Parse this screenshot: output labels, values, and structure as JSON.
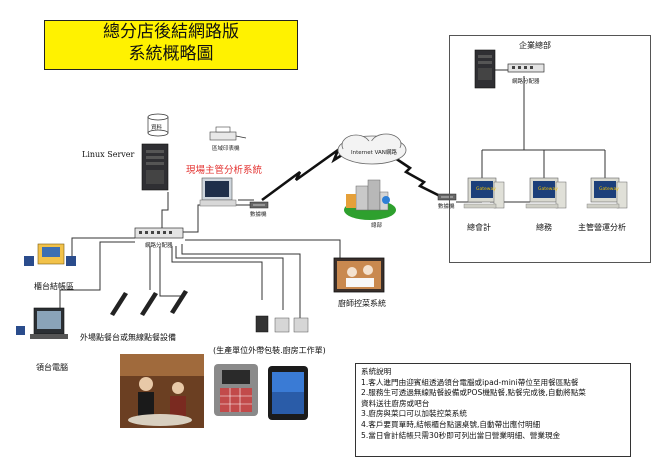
{
  "title": {
    "line1": "總分店後結網路版",
    "line2": "系統概略圖"
  },
  "headquarters": {
    "label": "企業總部",
    "switch_label": "網路分配器",
    "pc_labels": [
      "總會計",
      "總務",
      "主管營運分析"
    ]
  },
  "server": {
    "label": "Linux Server",
    "db_label": "資料"
  },
  "printer_label": "區域印表機",
  "analysis_label": "現場主管分析系統",
  "switch_label": "網路分配器",
  "modem_left_label": "數據機",
  "modem_right_label": "數據機",
  "internet_label": "Internet VAN網路",
  "branch_label": "總部",
  "counter_label": "櫃台結帳區",
  "pos_label": "外場點餐台或無線點餐設備",
  "terminal_label": "領台電腦",
  "kitchen_label": "廚師控菜系統",
  "production_note": "(生產單位外帶包裝.廚房工作單)",
  "pc_brand": "Gateway",
  "notes": {
    "title": "系統說明",
    "items": [
      "1.客人進門由迎賓組透過領台電腦或ipad-mini帶位至用餐區點餐",
      "2.服務生可透過無線點餐設備或POS機點餐,點餐完成後,自動將點菜",
      "資料送往廚房或吧台",
      "3.廚房與菜口可以加裝控菜系統",
      "4.客戶要買單時,結帳櫃台點選桌號,自動帶出應付明細",
      "5.當日會計結帳只需30秒即可列出當日營業明細、營業現金"
    ]
  }
}
